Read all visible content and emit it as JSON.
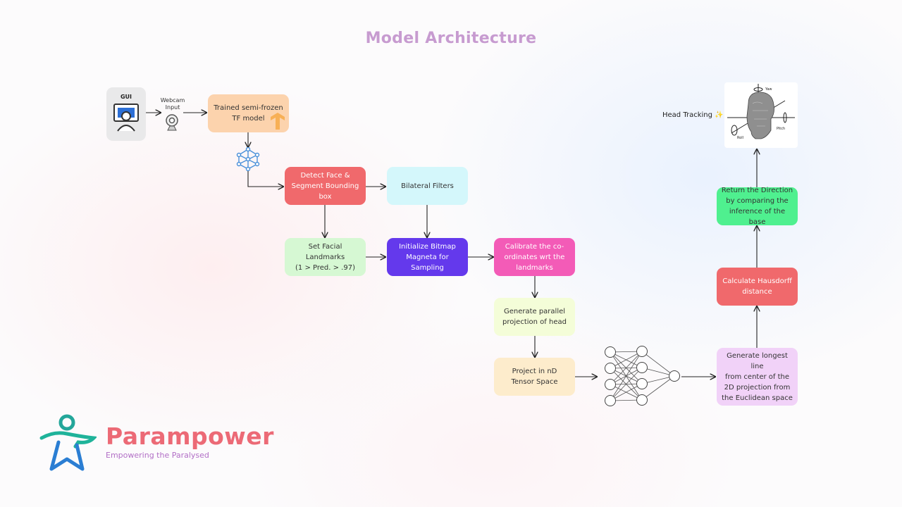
{
  "title": "Model Architecture",
  "inputs": {
    "gui_label": "GUI",
    "webcam_label": "Webcam\nInput"
  },
  "nodes": {
    "trained_model": "Trained semi-frozen\nTF model",
    "detect_face": "Detect Face &\nSegment Bounding\nbox",
    "bilateral": "Bilateral Filters",
    "landmarks": "Set Facial\nLandmarks\n(1 > Pred. > .97)",
    "bitmap": "Initialize Bitmap\nMagneta for Sampling",
    "calibrate": "Calibrate the co-\nordinates wrt the\nlandmarks",
    "parallel": "Generate parallel\nprojection of head",
    "project": "Project in nD\nTensor Space",
    "longest": "Generate longest line\nfrom center of the\n2D projection from\nthe Euclidean space",
    "hausdorff": "Calculate Hausdorff\ndistance",
    "direction": "Return the Direction\nby comparing the\ninference of the base"
  },
  "head_tracking": {
    "label": "Head Tracking ✨",
    "axis_yaw": "Yaw",
    "axis_pitch": "Pitch",
    "axis_roll": "Roll"
  },
  "brand": {
    "name": "Parampower",
    "tagline": "Empowering the Paralysed"
  },
  "colors": {
    "title": "#c79bd0",
    "trained_model": "#fcd3ad",
    "detect_face": "#f0696c",
    "bilateral": "#d4f7fb",
    "landmarks": "#d6f8d3",
    "bitmap": "#6439ec",
    "calibrate": "#f35bb7",
    "parallel": "#f4fdd8",
    "project": "#fdeccc",
    "longest": "#f1d2f8",
    "hausdorff": "#f0696c",
    "direction": "#4ff08f",
    "brand": "#ec6a76",
    "tagline": "#b26fc6"
  },
  "icons": [
    "monitor-user-icon",
    "webcam-icon",
    "tensorflow-icon",
    "neural-network-icon",
    "head-3d-icon",
    "parampower-logo-icon"
  ]
}
